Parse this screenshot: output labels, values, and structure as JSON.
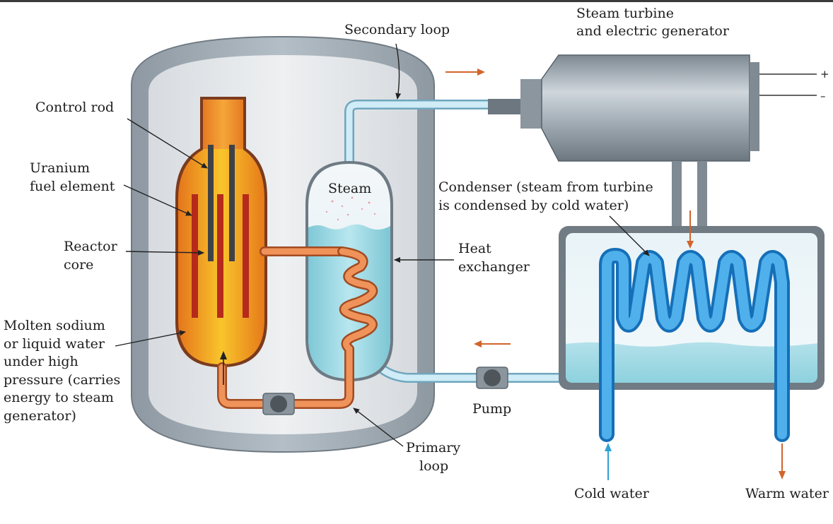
{
  "labels": {
    "secondary_loop": "Secondary loop",
    "steam_turbine_1": "Steam turbine",
    "steam_turbine_2": "and electric generator",
    "control_rod": "Control rod",
    "uranium_1": "Uranium",
    "uranium_2": "fuel element",
    "steam": "Steam",
    "condenser_1": "Condenser (steam from turbine",
    "condenser_2": "is condensed by cold water)",
    "reactor_core_1": "Reactor",
    "reactor_core_2": "core",
    "heat_exchanger_1": "Heat",
    "heat_exchanger_2": "exchanger",
    "molten_1": "Molten sodium",
    "molten_2": "or liquid water",
    "molten_3": "under high",
    "molten_4": "pressure (carries",
    "molten_5": "energy to steam",
    "molten_6": "generator)",
    "pump": "Pump",
    "primary_loop_1": "Primary",
    "primary_loop_2": "loop",
    "cold_water": "Cold water",
    "warm_water": "Warm water",
    "terminal_plus": "+",
    "terminal_minus": "–"
  },
  "colors": {
    "containment": "#a7b1ba",
    "core": "#f0a01e",
    "primary_pipe": "#e8894a",
    "secondary_pipe": "#bfe3f1",
    "cooling_coil": "#3aa0e2",
    "water": "#8fd3df",
    "flow_arrow_orange": "#d2642c",
    "flow_arrow_blue": "#2fa0d8"
  }
}
